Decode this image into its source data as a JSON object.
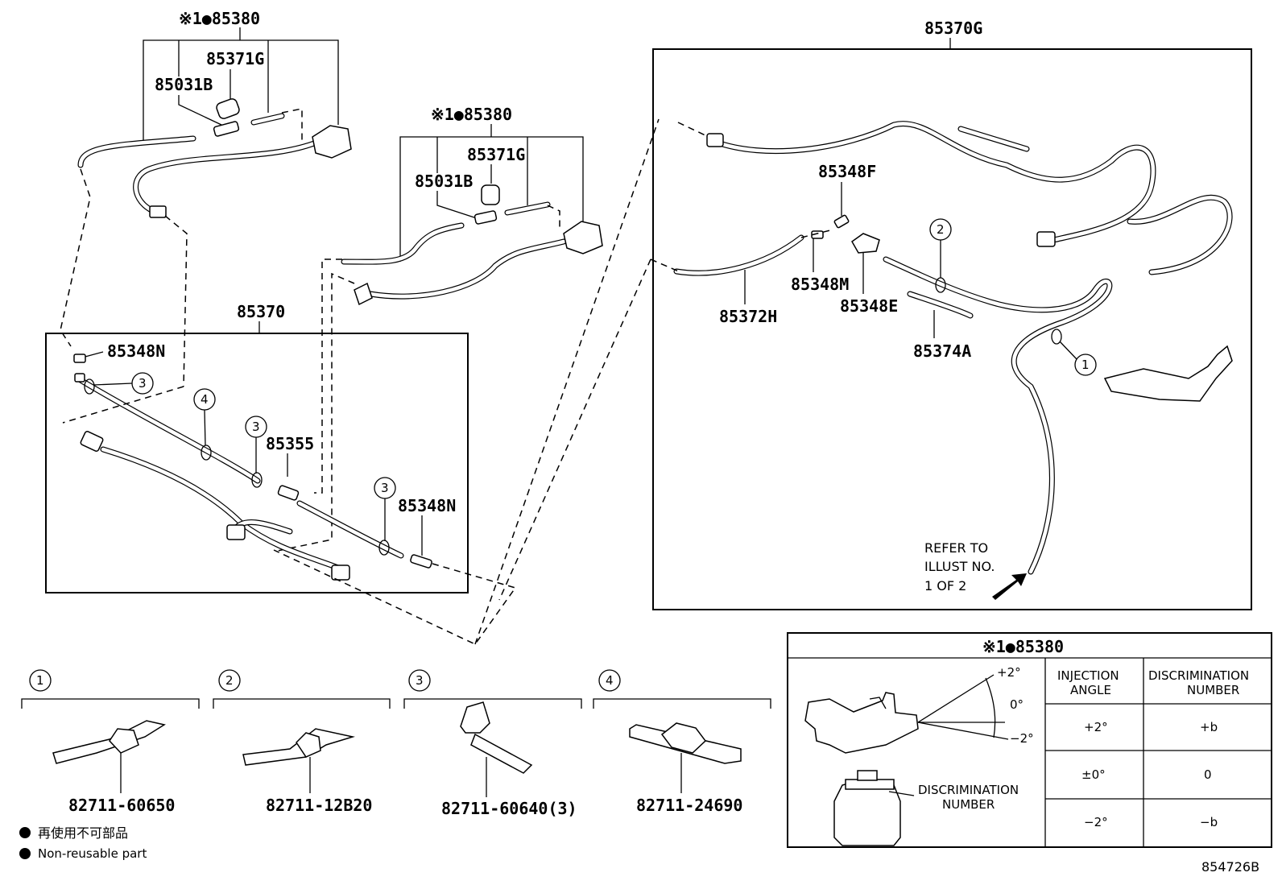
{
  "labels": {
    "top_left_kit": "※1●85380",
    "top_left_hose": "85371G",
    "top_left_valve": "85031B",
    "mid_kit": "※1●85380",
    "mid_hose": "85371G",
    "mid_valve": "85031B",
    "box_left_title": "85370",
    "n1": "85348N",
    "n2": "85355",
    "n3": "85348N",
    "box_right_title": "85370G",
    "r1": "85348F",
    "r2": "85348M",
    "r3": "85372H",
    "r4": "85348E",
    "r5": "85374A",
    "refer": [
      "REFER TO",
      "ILLUST NO.",
      "1 OF 2"
    ]
  },
  "callouts": {
    "c1": "1",
    "c2": "2",
    "c3": "3",
    "c4": "4"
  },
  "clips": [
    {
      "num": "1",
      "part": "82711-60650"
    },
    {
      "num": "2",
      "part": "82711-12B20"
    },
    {
      "num": "3",
      "part": "82711-60640(3)"
    },
    {
      "num": "4",
      "part": "82711-24690"
    }
  ],
  "legend": {
    "jp": "再使用不可部品",
    "en": "Non-reusable part"
  },
  "nozzle_table": {
    "title": "※1●85380",
    "col1": [
      "INJECTION",
      "ANGLE"
    ],
    "col2": [
      "DISCRIMINATION",
      "NUMBER"
    ],
    "rows": [
      {
        "angle": "+2°",
        "num": "+b"
      },
      {
        "angle": "±0°",
        "num": "0"
      },
      {
        "angle": "−2°",
        "num": "−b"
      }
    ],
    "angle_marks": [
      "+2°",
      "0°",
      "−2°"
    ],
    "discrim_label": [
      "DISCRIMINATION",
      "NUMBER"
    ]
  },
  "illustration_id": "854726B"
}
